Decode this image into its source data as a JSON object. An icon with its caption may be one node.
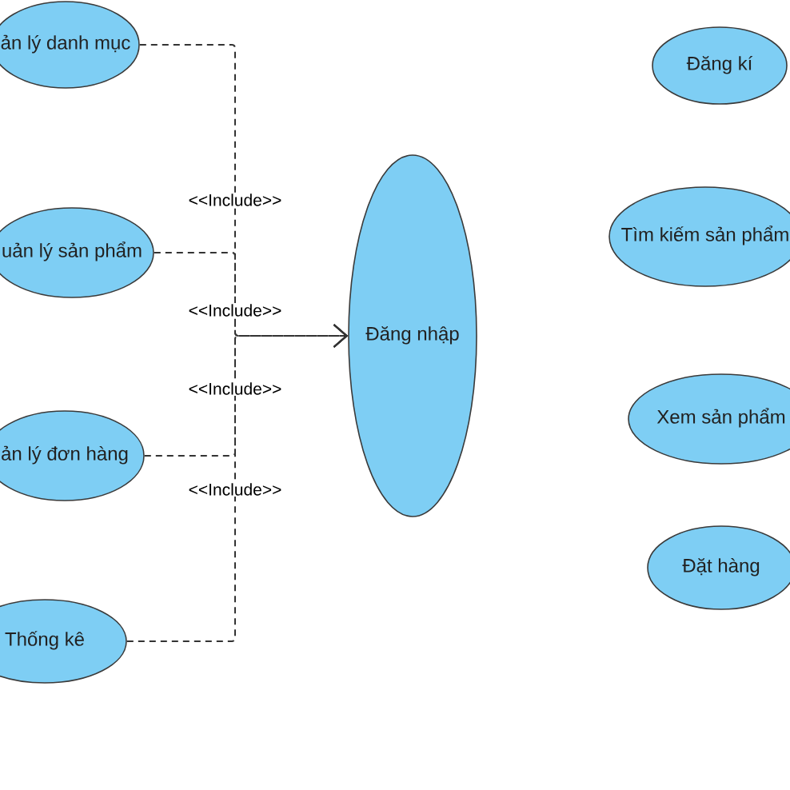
{
  "diagram": {
    "nodes": [
      {
        "text": [
          "ản lý danh mục"
        ]
      },
      {
        "text": [
          "uản lý sản phẩm"
        ]
      },
      {
        "text": [
          "ản lý đơn hàng"
        ]
      },
      {
        "text": [
          "Thống kê"
        ]
      },
      {
        "text": [
          "Đăng nhập"
        ]
      },
      {
        "text": [
          "Đăng kí"
        ]
      },
      {
        "text": [
          "Tìm kiếm sản phẩm"
        ]
      },
      {
        "text": [
          "Xem sản phẩm"
        ]
      },
      {
        "text": [
          "Đặt hàng"
        ]
      }
    ],
    "edges": [
      {
        "from": 0,
        "to": 4,
        "arrow": "to",
        "style": "dashed",
        "label": "<<Include>>"
      },
      {
        "from": 1,
        "to": 4,
        "arrow": "to",
        "style": "dashed",
        "label": "<<Include>>"
      },
      {
        "from": 2,
        "to": 4,
        "arrow": "to",
        "style": "dashed",
        "label": "<<Include>>"
      },
      {
        "from": 3,
        "to": 4,
        "arrow": "to",
        "style": "dashed",
        "label": "<<Include>>"
      }
    ]
  }
}
